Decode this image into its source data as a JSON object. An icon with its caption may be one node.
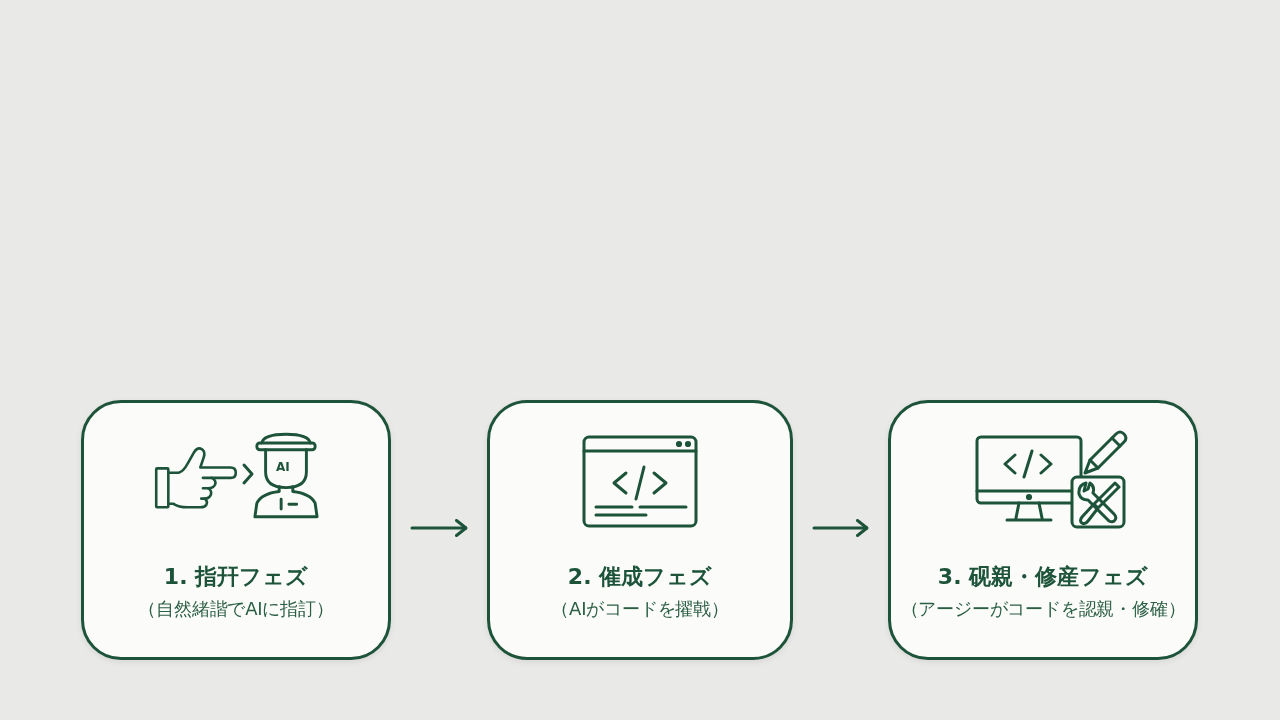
{
  "diagram": {
    "nodes": [
      {
        "text": [
          "1. 指幵フェズ",
          "（自然緒諧でAIに指訂）"
        ]
      },
      {
        "text": [
          "2. 催成フェズ",
          "（AIがコードを擢戟）"
        ]
      },
      {
        "text": [
          "3. 砚親・修産フェズ",
          "（アージーがコードを認親・修確）"
        ]
      }
    ],
    "edges": [
      {
        "from": 0,
        "to": 1,
        "arrow": "to"
      },
      {
        "from": 1,
        "to": 2,
        "arrow": "to"
      }
    ],
    "labels": [
      "AI"
    ]
  }
}
